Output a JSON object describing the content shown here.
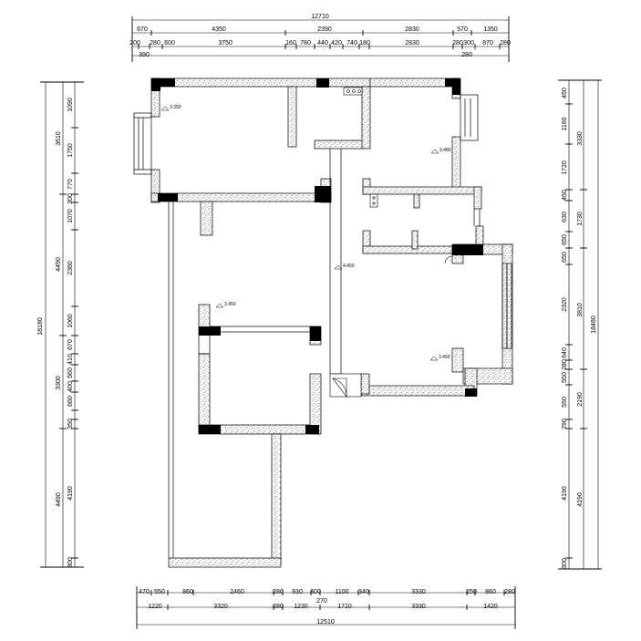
{
  "drawing": {
    "top_dims": {
      "total": "12710",
      "row2": [
        "670",
        "4350",
        "2390",
        "2830",
        "570",
        "1350"
      ],
      "row3": [
        "200",
        "280",
        "600",
        "3750",
        "160",
        "780",
        "440",
        "420",
        "740",
        "180",
        "2830",
        "280",
        "300",
        "870",
        "280"
      ],
      "row4": [
        "390",
        "280"
      ]
    },
    "bottom_dims": {
      "total": "12510",
      "row1": [
        "470",
        "550",
        "860",
        "2460",
        "280",
        "930",
        "300",
        "1100",
        "340",
        "3330",
        "250",
        "860",
        "280"
      ],
      "row2": [
        "1220",
        "3320",
        "280",
        "1230",
        "1710",
        "3330",
        "1420"
      ],
      "extra": "270"
    },
    "left_dims": {
      "total": "18180",
      "row2": [
        "3610",
        "4490",
        "3300",
        "4490"
      ],
      "row3": [
        "1090",
        "1750",
        "770",
        "300",
        "1070",
        "2360",
        "1060",
        "670",
        "410",
        "560",
        "400",
        "660",
        "350",
        "4190",
        "300"
      ]
    },
    "right_dims": {
      "total": "18480",
      "row2": [
        "3330",
        "1730",
        "3810",
        "2190",
        "4190"
      ],
      "row3": [
        "450",
        "1160",
        "1720",
        "450",
        "630",
        "650",
        "650",
        "2320",
        "640",
        "280",
        "550",
        "550",
        "290",
        "4190",
        "300"
      ]
    },
    "levels": [
      "3.350",
      "3.480",
      "3.450",
      "4.450",
      "3.450"
    ]
  }
}
